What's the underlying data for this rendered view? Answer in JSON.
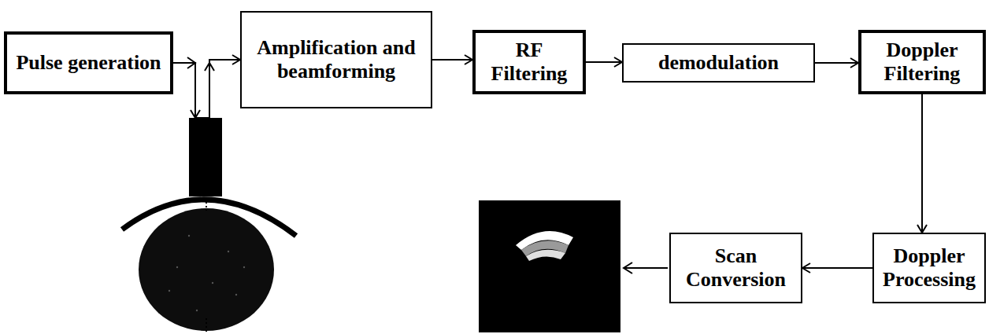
{
  "diagram": {
    "nodes": [
      {
        "text": [
          "Pulse generation"
        ]
      },
      {
        "text": [
          "Amplification and beamforming"
        ]
      },
      {
        "text": [
          "RF Filtering"
        ]
      },
      {
        "text": [
          "demodulation"
        ]
      },
      {
        "text": [
          "Doppler Filtering"
        ]
      },
      {
        "text": [
          "Doppler Processing"
        ]
      },
      {
        "text": [
          "Scan Conversion"
        ]
      }
    ],
    "edges": [
      {
        "from": 0,
        "to": 1,
        "arrow": "to"
      },
      {
        "from": 1,
        "to": 2,
        "arrow": "to"
      },
      {
        "from": 2,
        "to": 3,
        "arrow": "to"
      },
      {
        "from": 3,
        "to": 4,
        "arrow": "to"
      },
      {
        "from": 4,
        "to": 5,
        "arrow": "to"
      },
      {
        "from": 5,
        "to": 6,
        "arrow": "to"
      }
    ]
  }
}
